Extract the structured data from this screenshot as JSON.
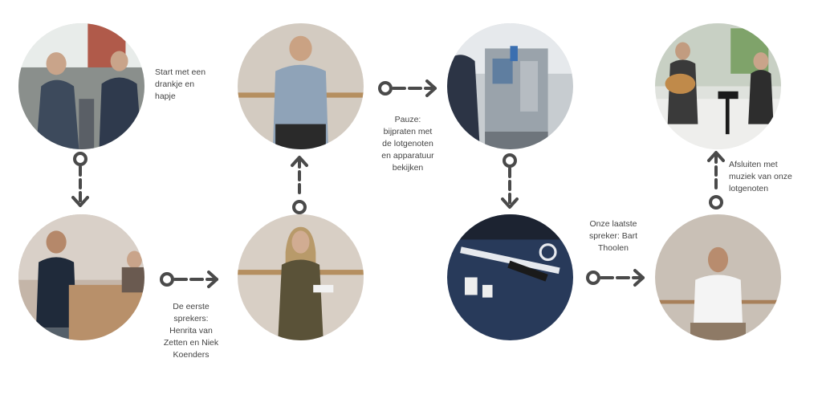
{
  "steps": [
    {
      "caption": [
        "Start met een",
        "drankje en",
        "hapje"
      ]
    },
    {
      "caption": [
        "De eerste",
        "sprekers:",
        "Henrita van",
        "Zetten en Niek",
        "Koenders"
      ]
    },
    {
      "caption": [
        "Pauze:",
        "bijpraten met",
        "de lotgenoten",
        "en apparatuur",
        "bekijken"
      ]
    },
    {
      "caption": [
        "Onze laatste",
        "spreker: Bart",
        "Thoolen"
      ]
    },
    {
      "caption": [
        "Afsluiten met",
        "muziek van onze",
        "lotgenoten"
      ]
    }
  ],
  "colors": {
    "connector": "#4a4a4a",
    "caption": "#444444"
  }
}
